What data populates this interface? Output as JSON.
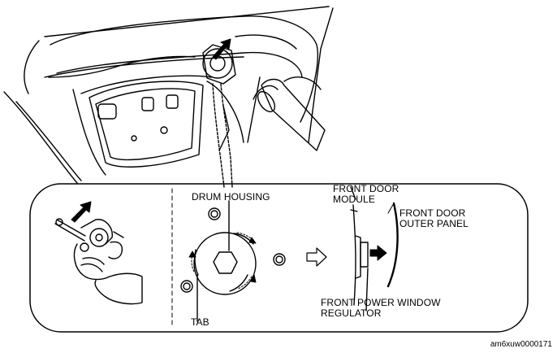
{
  "labels": {
    "drum_housing": "DRUM HOUSING",
    "front_door_module_1": "FRONT DOOR",
    "front_door_module_2": "MODULE",
    "front_door_outer_panel_1": "FRONT DOOR",
    "front_door_outer_panel_2": "OUTER PANEL",
    "front_power_window_regulator_1": "FRONT POWER WINDOW",
    "front_power_window_regulator_2": "REGULATOR",
    "tab": "TAB"
  },
  "figure_code": "am6xuw0000171",
  "colors": {
    "line": "#000000",
    "background": "#ffffff"
  },
  "icons": [
    "direction-arrow-icon",
    "hollow-arrow-icon",
    "rotation-arrow-icon",
    "hand-with-tool-illustration"
  ]
}
